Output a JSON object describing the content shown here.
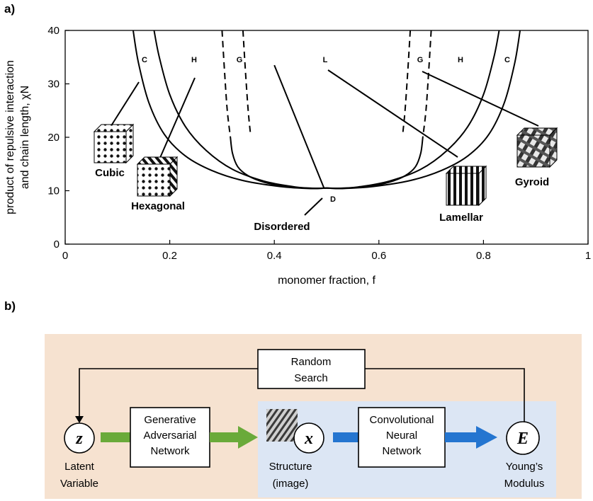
{
  "panel_a": {
    "label": "a)",
    "ylabel_line1": "product of repulsive interaction",
    "ylabel_line2": "and chain length, χN",
    "xlabel": "monomer fraction,  f",
    "phase_letters": {
      "c_left": "C",
      "h_left": "H",
      "g_left": "G",
      "l": "L",
      "g_right": "G",
      "h_right": "H",
      "c_right": "C",
      "d": "D"
    },
    "phase_names": {
      "cubic": "Cubic",
      "hexagonal": "Hexagonal",
      "disordered": "Disordered",
      "lamellar": "Lamellar",
      "gyroid": "Gyroid"
    }
  },
  "chart_data": {
    "type": "line",
    "xlabel": "monomer fraction,  f",
    "ylabel": "product of repulsive interaction and chain length, χN",
    "xlim": [
      0,
      1
    ],
    "ylim": [
      0,
      40
    ],
    "xticks": [
      0,
      0.2,
      0.4,
      0.6,
      0.8,
      1
    ],
    "xtick_labels": [
      "0",
      "0.2",
      "0.4",
      "0.6",
      "0.8",
      "1"
    ],
    "yticks": [
      0,
      10,
      20,
      30,
      40
    ],
    "ytick_labels": [
      "0",
      "10",
      "20",
      "30",
      "40"
    ],
    "series": [
      {
        "style": "solid",
        "x": [
          0.13,
          0.14,
          0.16,
          0.19,
          0.23,
          0.28,
          0.34,
          0.41,
          0.47,
          0.5,
          0.53,
          0.59,
          0.66,
          0.72,
          0.77,
          0.81,
          0.84,
          0.86,
          0.87
        ],
        "y": [
          40,
          34,
          26.5,
          20.5,
          16.5,
          13.8,
          11.9,
          10.8,
          10.4,
          10.5,
          10.4,
          10.8,
          11.9,
          13.8,
          16.5,
          20.5,
          26.5,
          34,
          40
        ]
      },
      {
        "style": "solid",
        "x": [
          0.17,
          0.18,
          0.2,
          0.23,
          0.27,
          0.32,
          0.38,
          0.44,
          0.48,
          0.5,
          0.52,
          0.56,
          0.62,
          0.68,
          0.73,
          0.77,
          0.8,
          0.82,
          0.83
        ],
        "y": [
          40,
          35,
          28,
          22,
          17.5,
          14,
          11.8,
          10.7,
          10.45,
          10.5,
          10.45,
          10.7,
          11.8,
          14,
          17.5,
          22,
          28,
          35,
          40
        ]
      },
      {
        "style": "solid",
        "x": [
          0.316,
          0.32,
          0.33,
          0.35,
          0.38,
          0.42,
          0.46,
          0.49,
          0.5,
          0.51,
          0.54,
          0.58,
          0.62,
          0.65,
          0.67,
          0.68,
          0.684
        ],
        "y": [
          20,
          17,
          14.5,
          12.8,
          11.6,
          10.8,
          10.5,
          10.45,
          10.5,
          10.45,
          10.5,
          10.8,
          11.6,
          12.8,
          14.5,
          17,
          20
        ]
      },
      {
        "style": "dashed",
        "x": [
          0.3,
          0.305,
          0.31,
          0.316
        ],
        "y": [
          40,
          32,
          25,
          20
        ]
      },
      {
        "style": "dashed",
        "x": [
          0.34,
          0.345,
          0.35,
          0.354
        ],
        "y": [
          40,
          32,
          25,
          21
        ]
      },
      {
        "style": "dashed",
        "x": [
          0.7,
          0.695,
          0.69,
          0.684
        ],
        "y": [
          40,
          32,
          25,
          20
        ]
      },
      {
        "style": "dashed",
        "x": [
          0.66,
          0.655,
          0.65,
          0.646
        ],
        "y": [
          40,
          32,
          25,
          21
        ]
      },
      {
        "style": "solid",
        "x": [
          0.4,
          0.495
        ],
        "y": [
          33.5,
          10.5
        ]
      }
    ],
    "annotations": [
      "C",
      "H",
      "G",
      "L",
      "G",
      "H",
      "C",
      "D",
      "Cubic",
      "Hexagonal",
      "Disordered",
      "Lamellar",
      "Gyroid"
    ]
  },
  "panel_b": {
    "label": "b)",
    "random_search": [
      "Random",
      "Search"
    ],
    "gan": [
      "Generative",
      "Adversarial",
      "Network"
    ],
    "cnn": [
      "Convolutional",
      "Neural",
      "Network"
    ],
    "z": {
      "symbol": "z",
      "caption": [
        "Latent",
        "Variable"
      ]
    },
    "x": {
      "symbol": "x",
      "caption": [
        "Structure",
        "(image)"
      ]
    },
    "e": {
      "symbol": "E",
      "caption": [
        "Young’s",
        "Modulus"
      ]
    },
    "colors": {
      "outer_bg": "#f6e2d0",
      "inner_bg": "#dce6f4",
      "green_arrow": "#6aaa3a",
      "blue_arrow": "#2475d0"
    }
  }
}
